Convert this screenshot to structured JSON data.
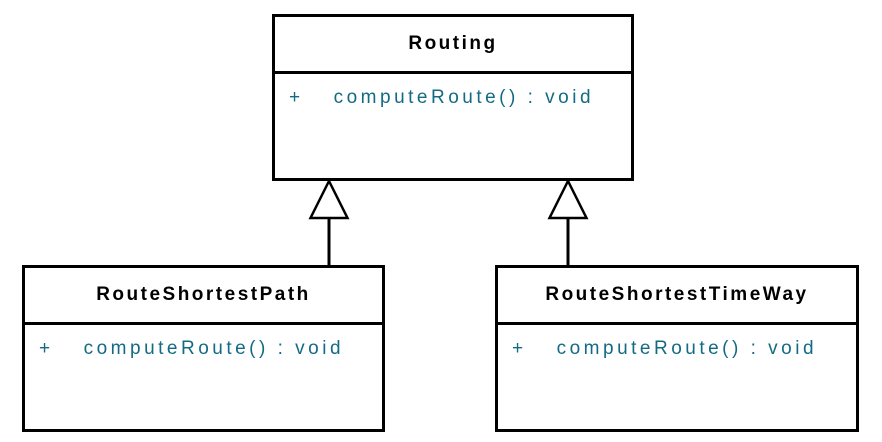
{
  "diagram": {
    "classes": [
      {
        "name": "Routing",
        "methods": [
          {
            "visibility": "+",
            "signature": "computeRoute() : void"
          }
        ]
      },
      {
        "name": "RouteShortestPath",
        "methods": [
          {
            "visibility": "+",
            "signature": "computeRoute() : void"
          }
        ]
      },
      {
        "name": "RouteShortestTimeWay",
        "methods": [
          {
            "visibility": "+",
            "signature": "computeRoute() : void"
          }
        ]
      }
    ],
    "relationships": [
      {
        "type": "generalization",
        "from": "RouteShortestPath",
        "to": "Routing"
      },
      {
        "type": "generalization",
        "from": "RouteShortestTimeWay",
        "to": "Routing"
      }
    ],
    "colors": {
      "box_border": "#000000",
      "class_name_text": "#000000",
      "method_text": "#136b83",
      "box_fill": "#ffffff",
      "background": "#ffffff"
    }
  }
}
